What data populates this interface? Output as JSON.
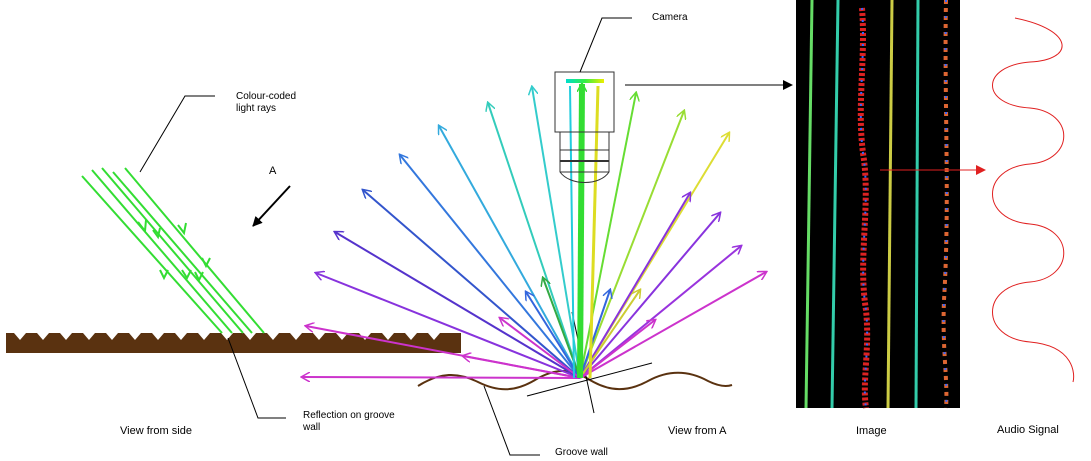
{
  "labels": {
    "camera": "Camera",
    "colour_coded_1": "Colour-coded",
    "colour_coded_2": "light rays",
    "view_a": "A",
    "reflection_1": "Reflection on groove",
    "reflection_2": "wall",
    "view_from_side": "View from side",
    "groove_wall": "Groove wall",
    "view_from_a": "View from A",
    "image": "Image",
    "audio_signal": "Audio Signal"
  },
  "colors": {
    "groove_brown": "#5a3210",
    "ray_green": "#33dd33",
    "magenta": "#d93ad9",
    "audio_red": "#e02020",
    "image_bg": "#000000"
  }
}
